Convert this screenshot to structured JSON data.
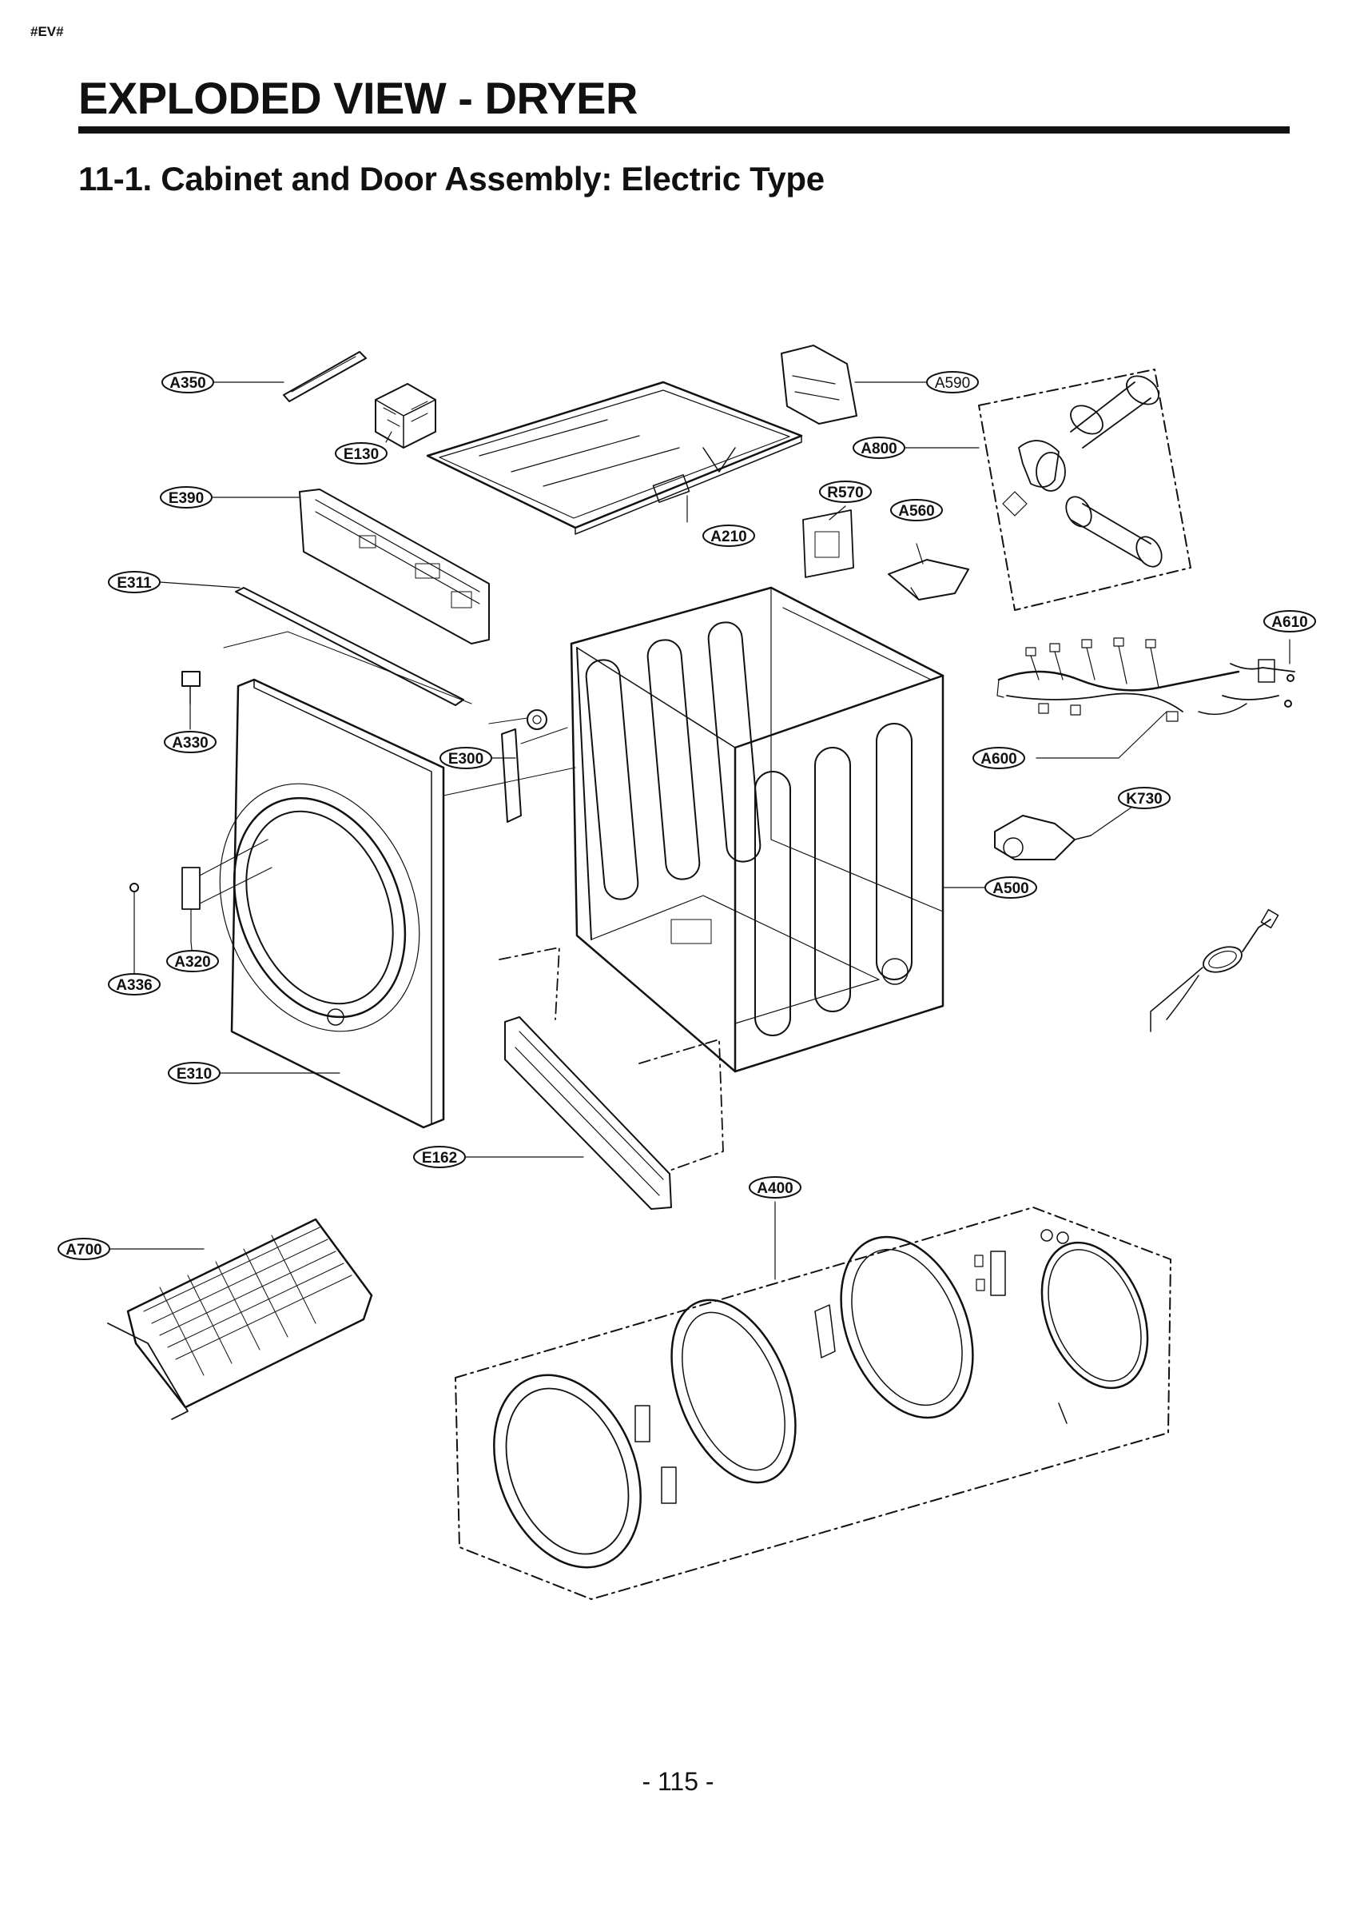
{
  "header": {
    "doc_tag": "#EV#",
    "title": "EXPLODED VIEW - DRYER",
    "section_title": "11-1. Cabinet and Door Assembly: Electric Type"
  },
  "callouts": {
    "A350": "A350",
    "E130": "E130",
    "E390": "E390",
    "E311": "E311",
    "A330": "A330",
    "E300": "E300",
    "A320": "A320",
    "A336": "A336",
    "E310": "E310",
    "E162": "E162",
    "A700": "A700",
    "A590": "A590",
    "A800": "A800",
    "R570": "R570",
    "A560": "A560",
    "A210": "A210",
    "A610": "A610",
    "A600": "A600",
    "K730": "K730",
    "A500": "A500",
    "A400": "A400"
  },
  "footer": {
    "page_number": "- 115 -"
  }
}
